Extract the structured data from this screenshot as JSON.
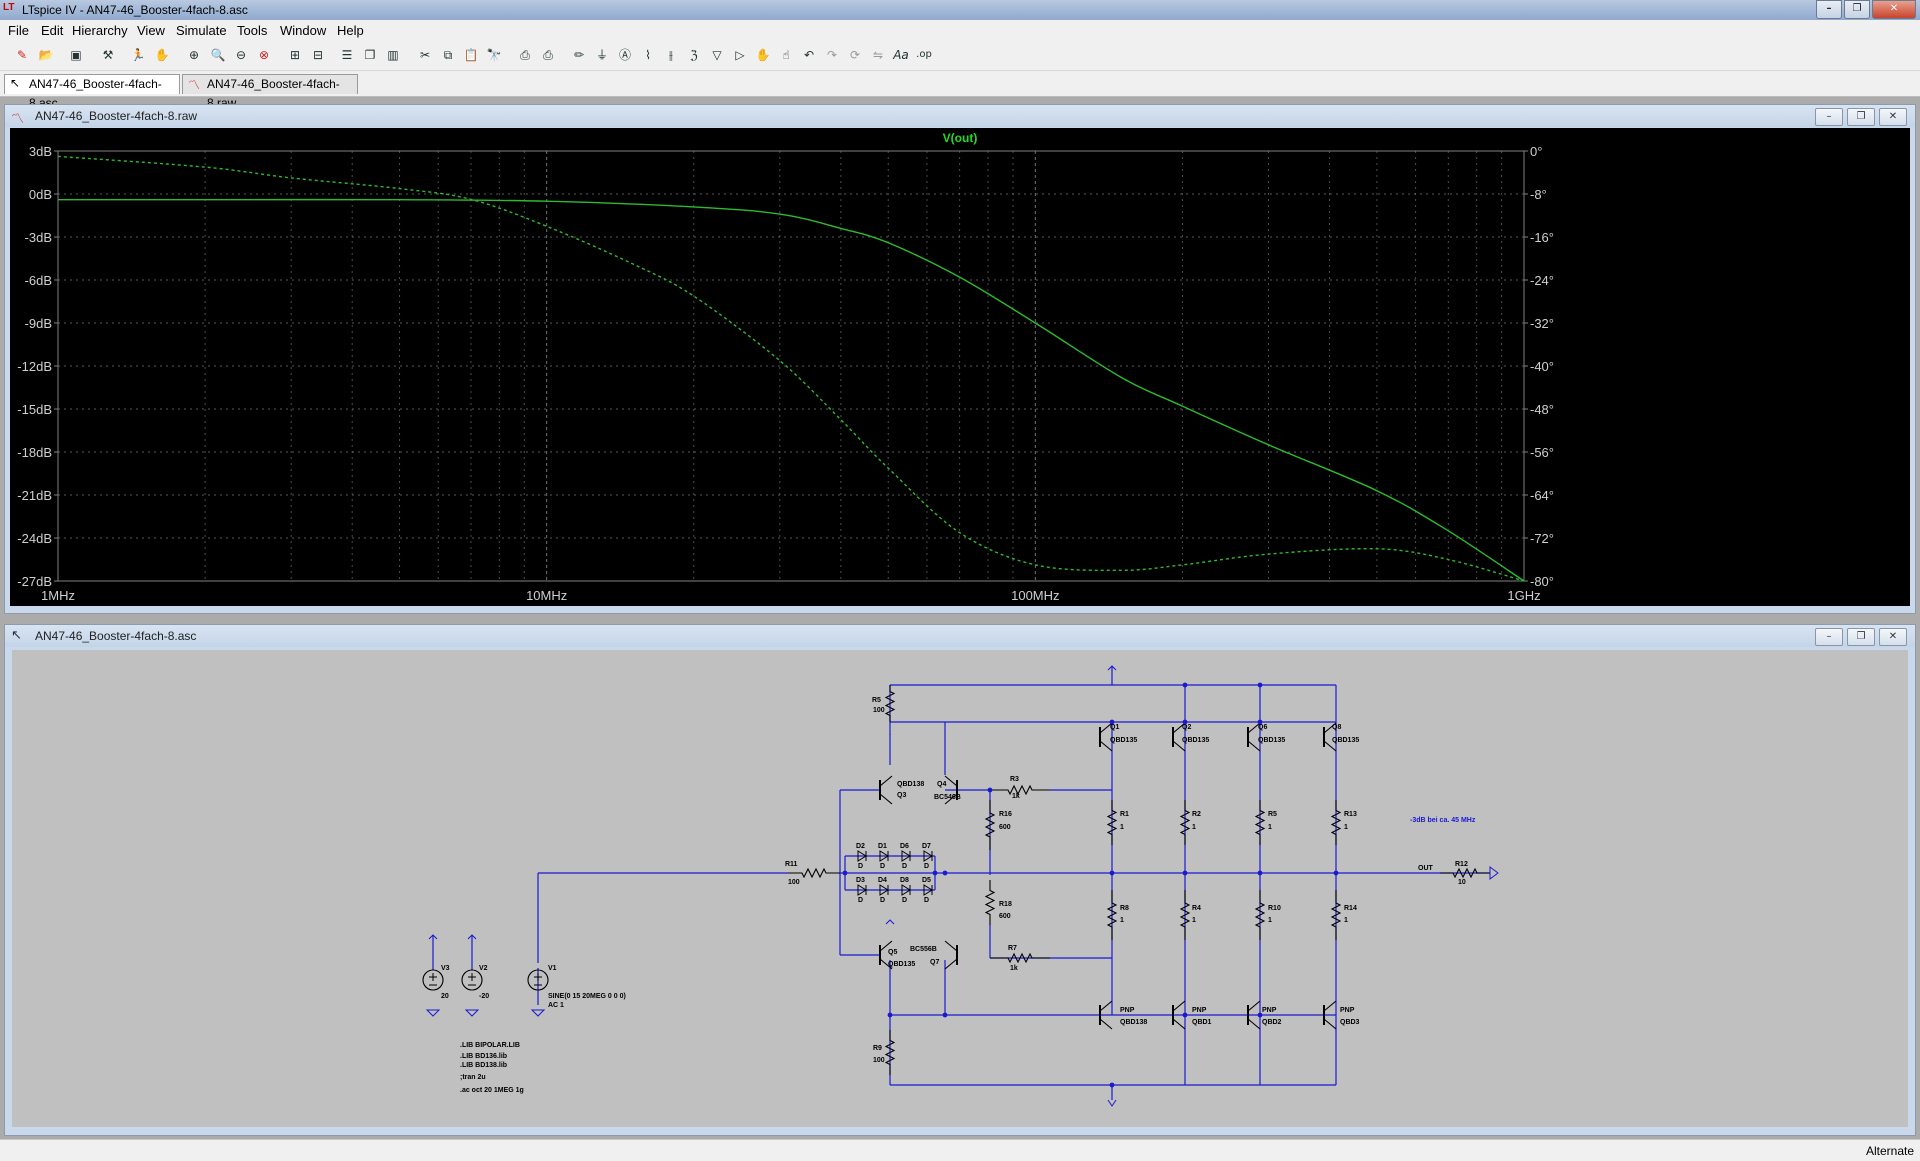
{
  "window": {
    "title": "LTspice IV - AN47-46_Booster-4fach-8.asc",
    "icon": "ltspice-logo"
  },
  "menu": [
    "File",
    "Edit",
    "Hierarchy",
    "View",
    "Simulate",
    "Tools",
    "Window",
    "Help"
  ],
  "toolbar_icons": [
    "new-schematic-icon",
    "open-icon",
    "save-icon",
    "control-panel-icon",
    "run-icon",
    "pan-icon",
    "zoom-in-icon",
    "zoom-icon",
    "zoom-out-icon",
    "zoom-cancel-icon",
    "autorange-icon",
    "zoom-full-icon",
    "tile-horizontal-icon",
    "cascade-icon",
    "tile-vertical-icon",
    "cut-icon",
    "copy-icon",
    "paste-icon",
    "find-icon",
    "print-icon",
    "print-setup-icon",
    "draw-wire-icon",
    "ground-icon",
    "label-net-icon",
    "resistor-icon",
    "capacitor-icon",
    "inductor-icon",
    "diode-icon",
    "component-icon",
    "move-icon",
    "drag-icon",
    "undo-icon",
    "redo-icon",
    "rotate-icon",
    "mirror-icon",
    "text-icon",
    "spice-directive-icon"
  ],
  "tabs": [
    {
      "label": "AN47-46_Booster-4fach-8.asc",
      "icon": "schematic-icon",
      "active": true
    },
    {
      "label": "AN47-46_Booster-4fach-8.raw",
      "icon": "waveform-icon",
      "active": false
    }
  ],
  "plot_window": {
    "title": "AN47-46_Booster-4fach-8.raw",
    "trace_label": "V(out)",
    "colors": {
      "background": "#000000",
      "grid": "#808080",
      "trace": "#2dbb2d",
      "label": "#22dd22",
      "axis_text": "#cfcfcf"
    }
  },
  "chart_data": {
    "type": "line",
    "title": "V(out)",
    "x_scale": "log",
    "xlim": [
      "1MHz",
      "1GHz"
    ],
    "x_ticks": [
      "1MHz",
      "10MHz",
      "100MHz",
      "1GHz"
    ],
    "ylim_left": [
      -27,
      3
    ],
    "y_ticks_left": [
      "3dB",
      "0dB",
      "-3dB",
      "-6dB",
      "-9dB",
      "-12dB",
      "-15dB",
      "-18dB",
      "-21dB",
      "-24dB",
      "-27dB"
    ],
    "ylim_right": [
      -80,
      0
    ],
    "y_ticks_right": [
      "0°",
      "-8°",
      "-16°",
      "-24°",
      "-32°",
      "-40°",
      "-48°",
      "-56°",
      "-64°",
      "-72°",
      "-80°"
    ],
    "grid": true,
    "series": [
      {
        "name": "V(out)",
        "quantity": "magnitude",
        "unit": "dB",
        "axis": "left",
        "style": "solid",
        "x_mhz": [
          1,
          2,
          5,
          10,
          20,
          30,
          40,
          50,
          70,
          100,
          150,
          200,
          300,
          500,
          700,
          1000
        ],
        "y": [
          -0.4,
          -0.4,
          -0.4,
          -0.5,
          -0.9,
          -1.4,
          -2.4,
          -3.4,
          -5.8,
          -9.0,
          -12.8,
          -14.8,
          -17.5,
          -20.7,
          -23.5,
          -27
        ]
      },
      {
        "name": "V(out)",
        "quantity": "phase",
        "unit": "°",
        "axis": "right",
        "style": "dashed",
        "x_mhz": [
          1,
          2,
          3,
          5,
          7,
          10,
          15,
          20,
          30,
          40,
          50,
          70,
          100,
          150,
          200,
          300,
          500,
          700,
          1000
        ],
        "y": [
          -1,
          -3,
          -5,
          -7,
          -9,
          -14,
          -21,
          -27,
          -39,
          -50,
          -59,
          -71,
          -77,
          -78,
          -77,
          -75,
          -74,
          -76,
          -80
        ]
      }
    ]
  },
  "schematic_window": {
    "title": "AN47-46_Booster-4fach-8.asc",
    "colors": {
      "background": "#c0c0c0",
      "wire": "#1a1ad0",
      "symbol": "#000000",
      "comment": "#1a1ad0"
    },
    "refs": [
      "R5",
      "100",
      "Q1",
      "QBD135",
      "Q2",
      "QBD135",
      "Q6",
      "QBD135",
      "Q8",
      "QBD135",
      "QBD138",
      "Q3",
      "Q4",
      "BC546B",
      "R3",
      "1k",
      "R16",
      "600",
      "R1",
      "1",
      "R2",
      "1",
      "R5",
      "1",
      "R13",
      "1",
      "-3dB bei ca. 45 MHz",
      "D2",
      "D1",
      "D6",
      "D7",
      "D",
      "D",
      "D",
      "D",
      "D3",
      "D4",
      "D8",
      "D5",
      "D",
      "D",
      "D",
      "D",
      "R11",
      "100",
      "OUT",
      "R12",
      "10",
      "R18",
      "600",
      "R8",
      "1",
      "R4",
      "1",
      "R10",
      "1",
      "R14",
      "1",
      "Q5",
      "QBD135",
      "BC556B",
      "Q7",
      "R7",
      "1k",
      "V3",
      "20",
      "V2",
      "-20",
      "V1",
      "SINE(0 15 20MEG 0 0 0)",
      "AC 1",
      "PNP",
      "QBD138",
      "PNP",
      "QBD1",
      "PNP",
      "QBD2",
      "PNP",
      "QBD3",
      "R9",
      "100",
      ".LIB BIPOLAR.LIB",
      ".LIB BD136.lib",
      ".LIB BD138.lib",
      ";tran 2u",
      ".ac oct 20 1MEG 1g"
    ]
  },
  "status": {
    "text": "Alternate"
  }
}
